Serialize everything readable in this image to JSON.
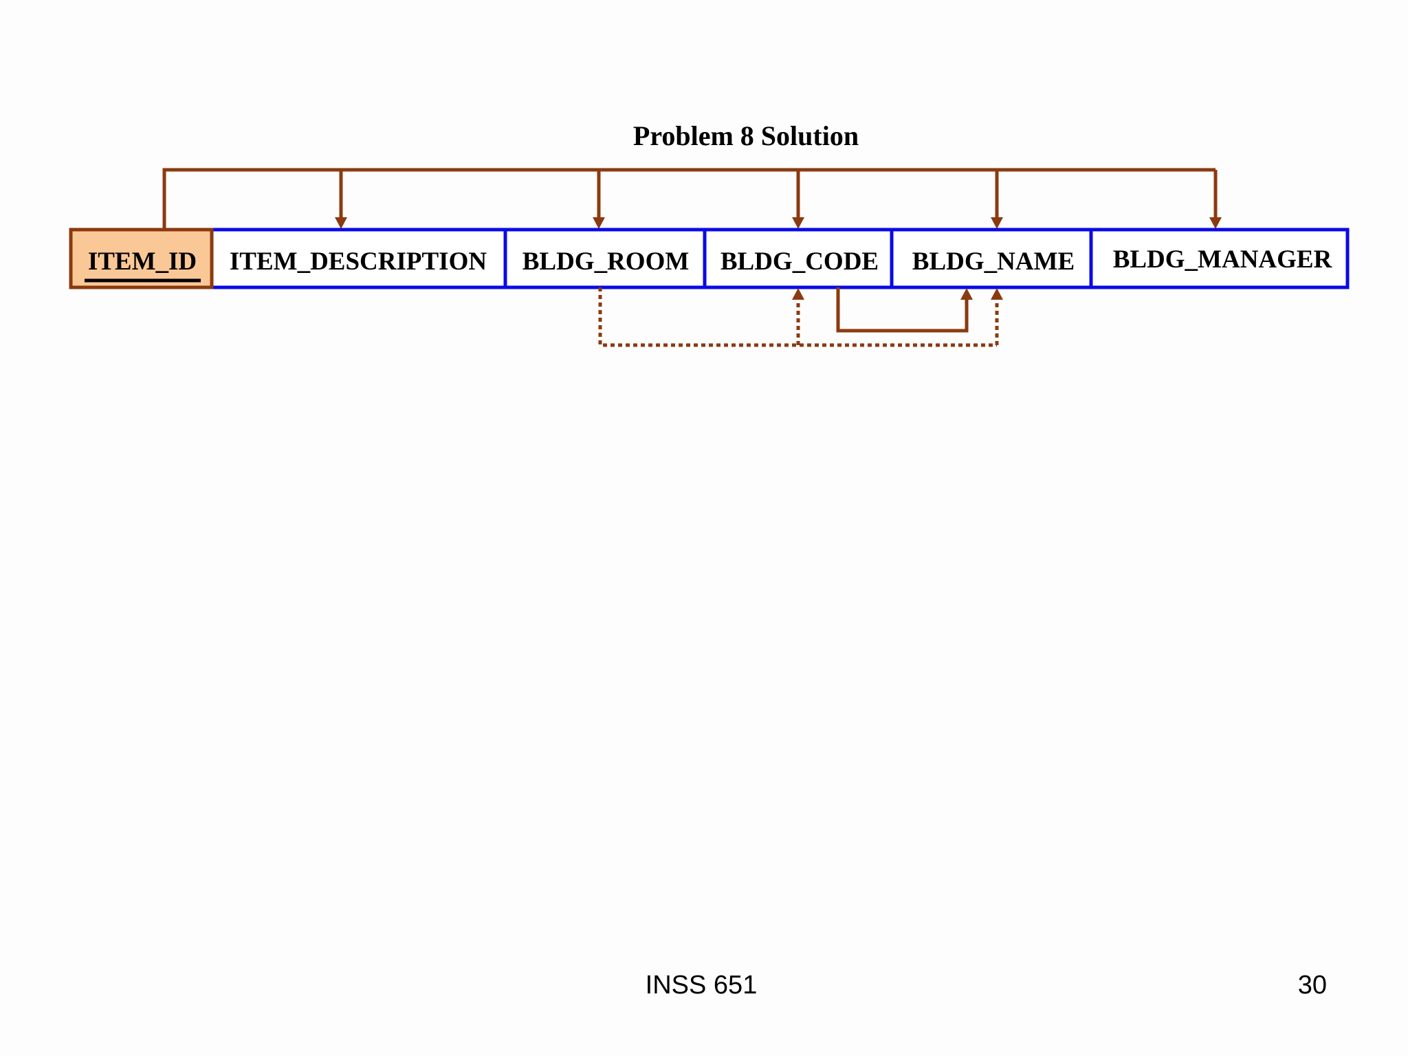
{
  "slide": {
    "title": "Problem 8 Solution",
    "footer_course": "INSS 651",
    "page_number": "30"
  },
  "relation": {
    "attributes": [
      {
        "name": "ITEM_ID",
        "is_primary_key": true
      },
      {
        "name": "ITEM_DESCRIPTION",
        "is_primary_key": false
      },
      {
        "name": "BLDG_ROOM",
        "is_primary_key": false
      },
      {
        "name": "BLDG_CODE",
        "is_primary_key": false
      },
      {
        "name": "BLDG_NAME",
        "is_primary_key": false
      },
      {
        "name": "BLDG_MANAGER",
        "is_primary_key": false
      }
    ]
  },
  "dependencies": {
    "full": {
      "from": "ITEM_ID",
      "to": [
        "ITEM_DESCRIPTION",
        "BLDG_ROOM",
        "BLDG_CODE",
        "BLDG_NAME",
        "BLDG_MANAGER"
      ],
      "style": "solid"
    },
    "transitive": {
      "from": "BLDG_CODE",
      "to": [
        "BLDG_NAME"
      ],
      "style": "solid"
    },
    "partial": {
      "from": "BLDG_ROOM",
      "to": [
        "BLDG_CODE",
        "BLDG_NAME"
      ],
      "style": "dotted"
    }
  },
  "colors": {
    "pk_fill": "#fac896",
    "pk_border": "#8b3a0f",
    "attribute_border": "#0a0ae6",
    "arrow": "#8b3a0f",
    "text": "#000000"
  }
}
